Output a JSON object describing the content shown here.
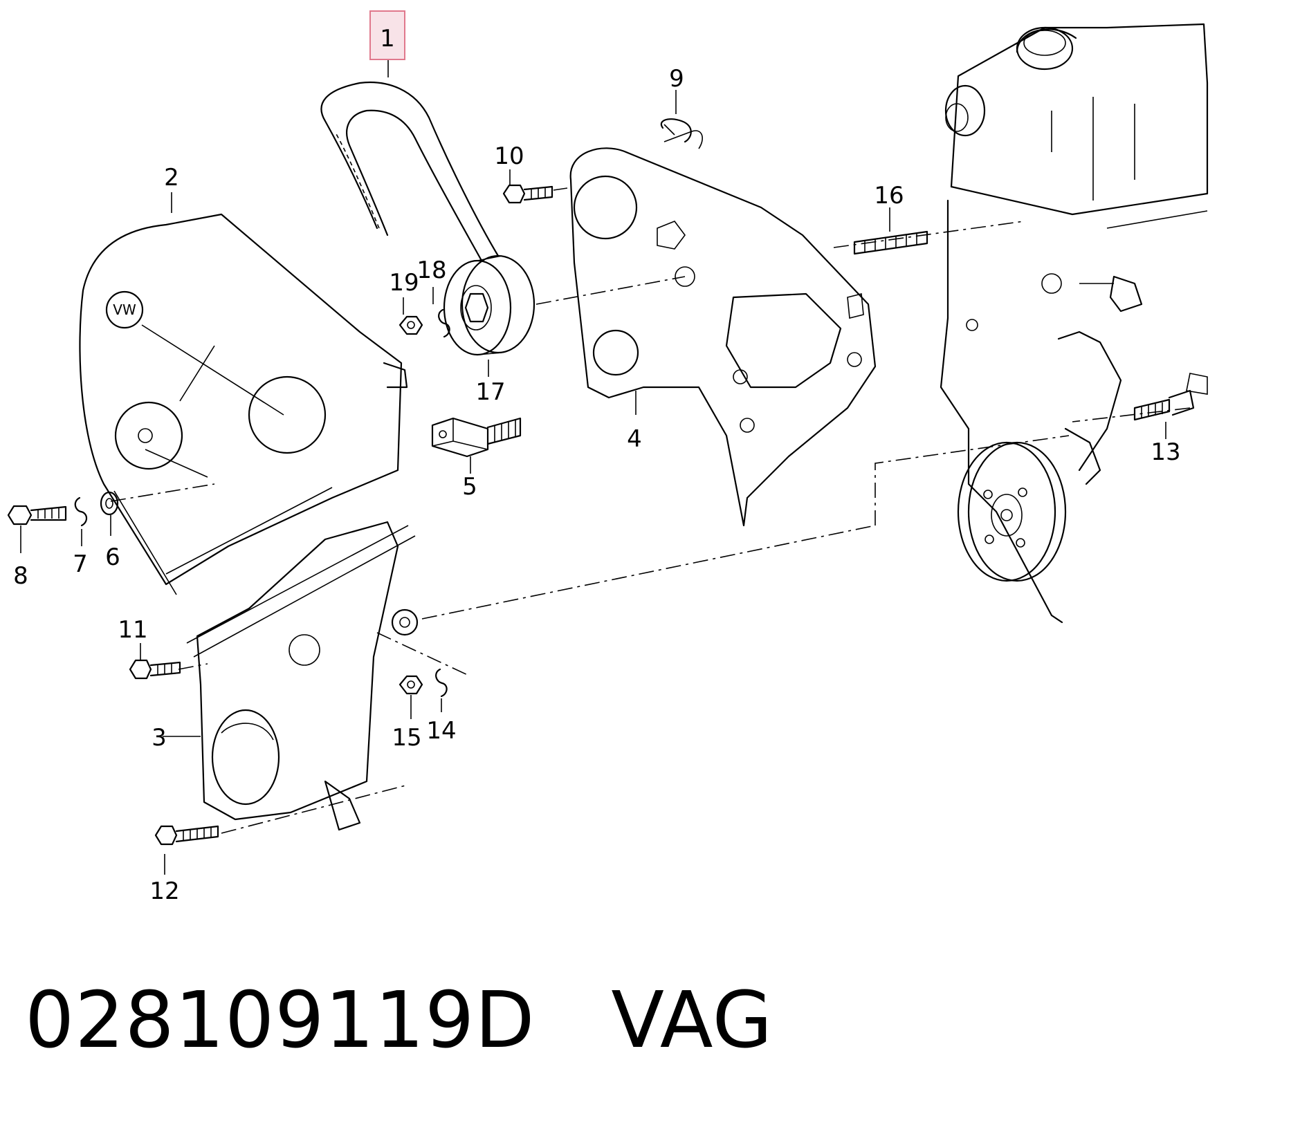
{
  "diagram": {
    "callouts": [
      {
        "id": "1",
        "label": "1",
        "highlighted": true
      },
      {
        "id": "2",
        "label": "2"
      },
      {
        "id": "3",
        "label": "3"
      },
      {
        "id": "4",
        "label": "4"
      },
      {
        "id": "5",
        "label": "5"
      },
      {
        "id": "6",
        "label": "6"
      },
      {
        "id": "7",
        "label": "7"
      },
      {
        "id": "8",
        "label": "8"
      },
      {
        "id": "9",
        "label": "9"
      },
      {
        "id": "10",
        "label": "10"
      },
      {
        "id": "11",
        "label": "11"
      },
      {
        "id": "12",
        "label": "12"
      },
      {
        "id": "13",
        "label": "13"
      },
      {
        "id": "14",
        "label": "14"
      },
      {
        "id": "15",
        "label": "15"
      },
      {
        "id": "16",
        "label": "16"
      },
      {
        "id": "17",
        "label": "17"
      },
      {
        "id": "18",
        "label": "18"
      },
      {
        "id": "19",
        "label": "19"
      }
    ],
    "logo_text": "VW",
    "highlight_color": "#f8e3e8",
    "highlight_border": "#e0788c"
  },
  "footer": {
    "part_number": "028109119D",
    "brand": "VAG"
  }
}
